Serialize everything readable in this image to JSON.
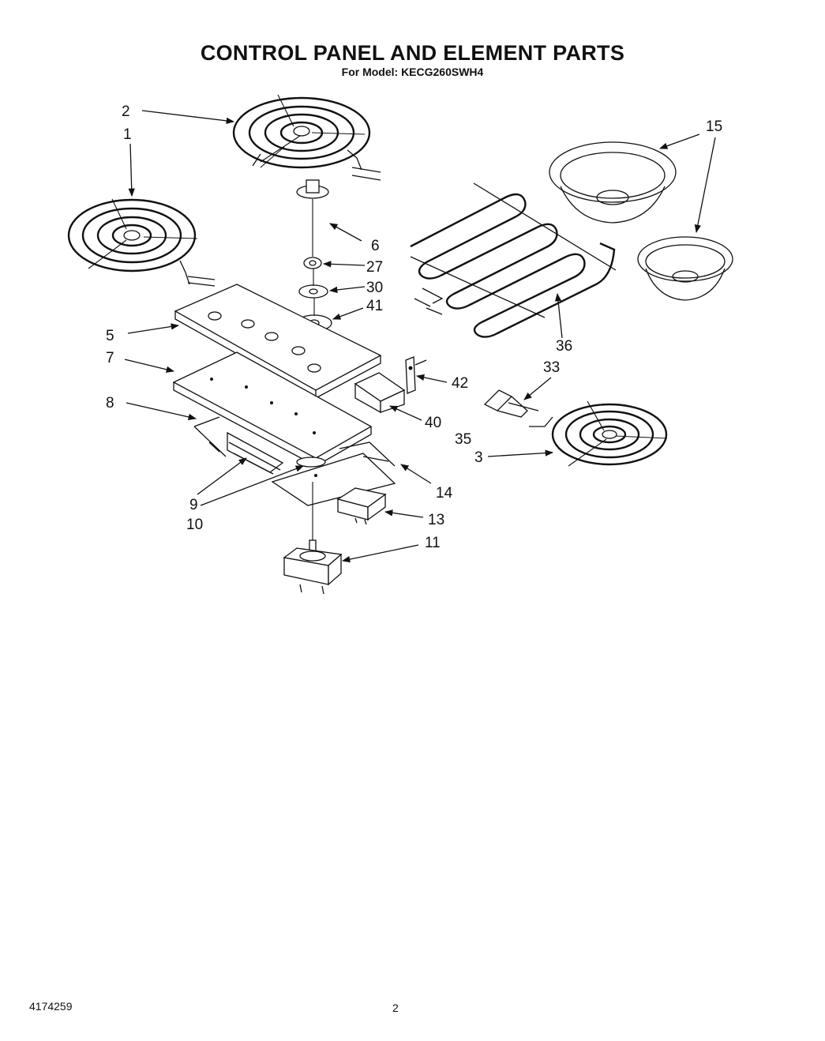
{
  "header": {
    "title": "CONTROL PANEL AND ELEMENT PARTS",
    "subtitle": "For Model: KECG260SWH4"
  },
  "callouts": {
    "c1": "1",
    "c2": "2",
    "c3": "3",
    "c5": "5",
    "c6": "6",
    "c7": "7",
    "c8": "8",
    "c9": "9",
    "c10": "10",
    "c11": "11",
    "c13": "13",
    "c14": "14",
    "c15": "15",
    "c27": "27",
    "c30": "30",
    "c33": "33",
    "c35": "35",
    "c36": "36",
    "c40": "40",
    "c41": "41",
    "c42": "42"
  },
  "footer": {
    "doc_number": "4174259",
    "page": "2"
  }
}
